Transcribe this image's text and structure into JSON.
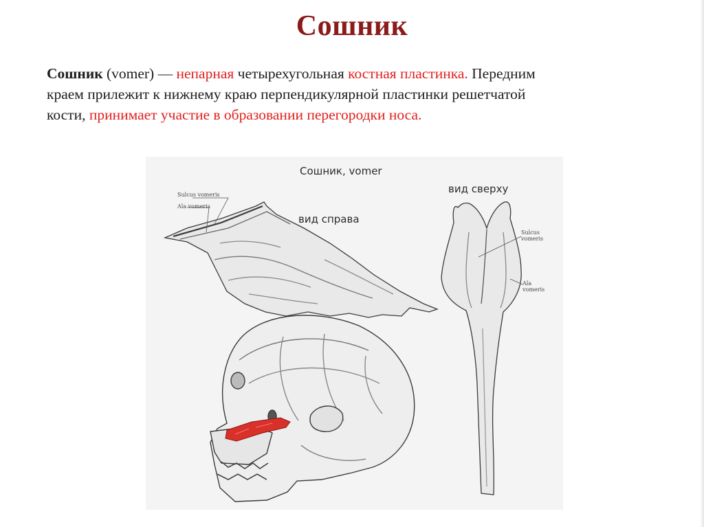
{
  "slide": {
    "title": "Сошник"
  },
  "definition": {
    "term": "Сошник",
    "seg1": " (vomer) — ",
    "hl1": "непарная",
    "seg2": " четырехугольная ",
    "hl2": "костная пластинка.",
    "seg3": " Передним краем прилежит к нижнему краю перпендикулярной пластинки решетчатой кости, ",
    "hl3": "принимает участие в образовании перегородки носа."
  },
  "figure": {
    "title": "Сошник, vomer",
    "view_right": "вид справа",
    "view_top": "вид сверху",
    "labels": {
      "sulcus_left": "Sulcus vomeris",
      "ala_left": "Ala vomeris",
      "sulcus_right_1": "Sulcus",
      "sulcus_right_2": "vomeris",
      "ala_right_1": "Ala",
      "ala_right_2": "vomeris"
    }
  },
  "colors": {
    "title": "#8b1a1a",
    "highlight": "#e0201e",
    "vomer_in_skull": "#d9302a"
  }
}
